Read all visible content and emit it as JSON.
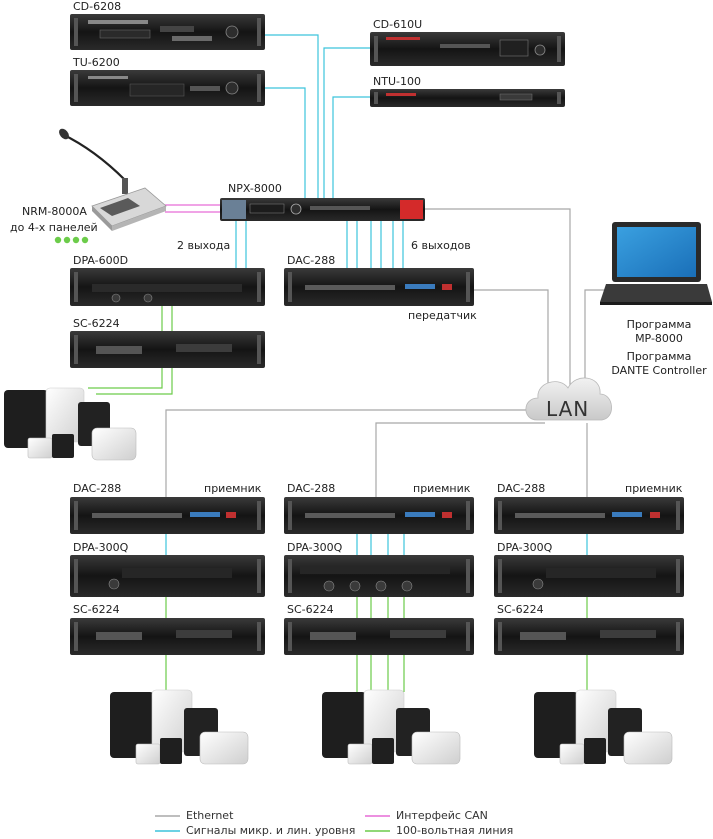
{
  "sources": {
    "cd6208": "CD-6208",
    "tu6200": "TU-6200",
    "cd610u": "CD-610U",
    "ntu100": "NTU-100"
  },
  "console": {
    "name": "NRM-8000A",
    "note": "до 4-х панелей"
  },
  "matrix": {
    "name": "NPX-8000",
    "out_left": "2 выхода",
    "out_right": "6 выходов"
  },
  "zone_local": {
    "amp": "DPA-600D",
    "selector": "SC-6224"
  },
  "transmitter": {
    "model": "DAC-288",
    "role": "передатчик"
  },
  "pc": {
    "line1": "Программа",
    "line2": "MP-8000",
    "line3": "Программа",
    "line4": "DANTE Controller"
  },
  "network": {
    "label": "LAN"
  },
  "receivers": [
    {
      "dac": "DAC-288",
      "role": "приемник",
      "amp": "DPA-300Q",
      "selector": "SC-6224"
    },
    {
      "dac": "DAC-288",
      "role": "приемник",
      "amp": "DPA-300Q",
      "selector": "SC-6224"
    },
    {
      "dac": "DAC-288",
      "role": "приемник",
      "amp": "DPA-300Q",
      "selector": "SC-6224"
    }
  ],
  "legend": {
    "ethernet": "Ethernet",
    "mic_line": "Сигналы микр. и лин. уровня",
    "can": "Интерфейс CAN",
    "line100v": "100-вольтная линия"
  },
  "colors": {
    "ethernet": "#a8a8a8",
    "signal": "#3cc4dc",
    "can": "#e66cd6",
    "speaker_line": "#6ccc4a",
    "device": "#1b1b1b",
    "accent": "#d42a2a"
  }
}
